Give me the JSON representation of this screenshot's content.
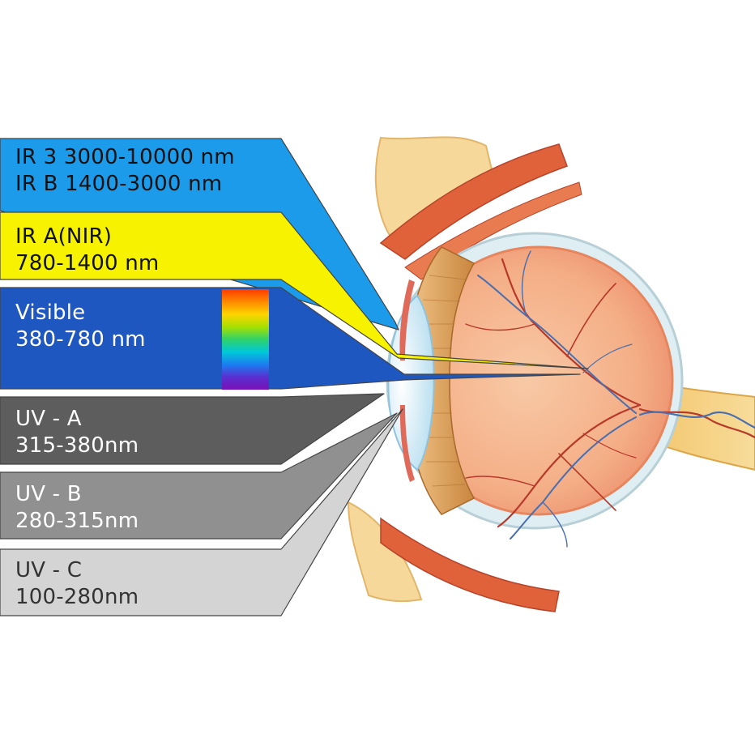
{
  "bands": [
    {
      "id": "ir-bc",
      "line1": "IR 3 3000-10000 nm",
      "line2": "IR B 1400-3000 nm",
      "color": "#1b9bea",
      "text_color": "#111111"
    },
    {
      "id": "ir-a",
      "line1": "IR A(NIR)",
      "line2": "780-1400 nm",
      "color": "#f6f200",
      "text_color": "#111111"
    },
    {
      "id": "visible",
      "line1": "Visible",
      "line2": "380-780 nm",
      "color": "#1f57c0",
      "text_color": "#ffffff"
    },
    {
      "id": "uv-a",
      "line1": "UV - A",
      "line2": "315-380nm",
      "color": "#5d5d5d",
      "text_color": "#ffffff"
    },
    {
      "id": "uv-b",
      "line1": "UV - B",
      "line2": "280-315nm",
      "color": "#909090",
      "text_color": "#ffffff"
    },
    {
      "id": "uv-c",
      "line1": "UV - C",
      "line2": "100-280nm",
      "color": "#d4d4d4",
      "text_color": "#333333"
    }
  ],
  "spectrum_colors": [
    "#ff3a00",
    "#ff8a00",
    "#ffd400",
    "#a6e000",
    "#2fd26a",
    "#00c8d8",
    "#1a7ff0",
    "#5a2fd0",
    "#7a10b8"
  ],
  "colors": {
    "bone": "#f6d89a",
    "muscle": "#e0623a",
    "sclera": "#dfeef2",
    "retina": "#f3a883",
    "vessel_red": "#b8382a",
    "vessel_blue": "#4a6fb0"
  }
}
